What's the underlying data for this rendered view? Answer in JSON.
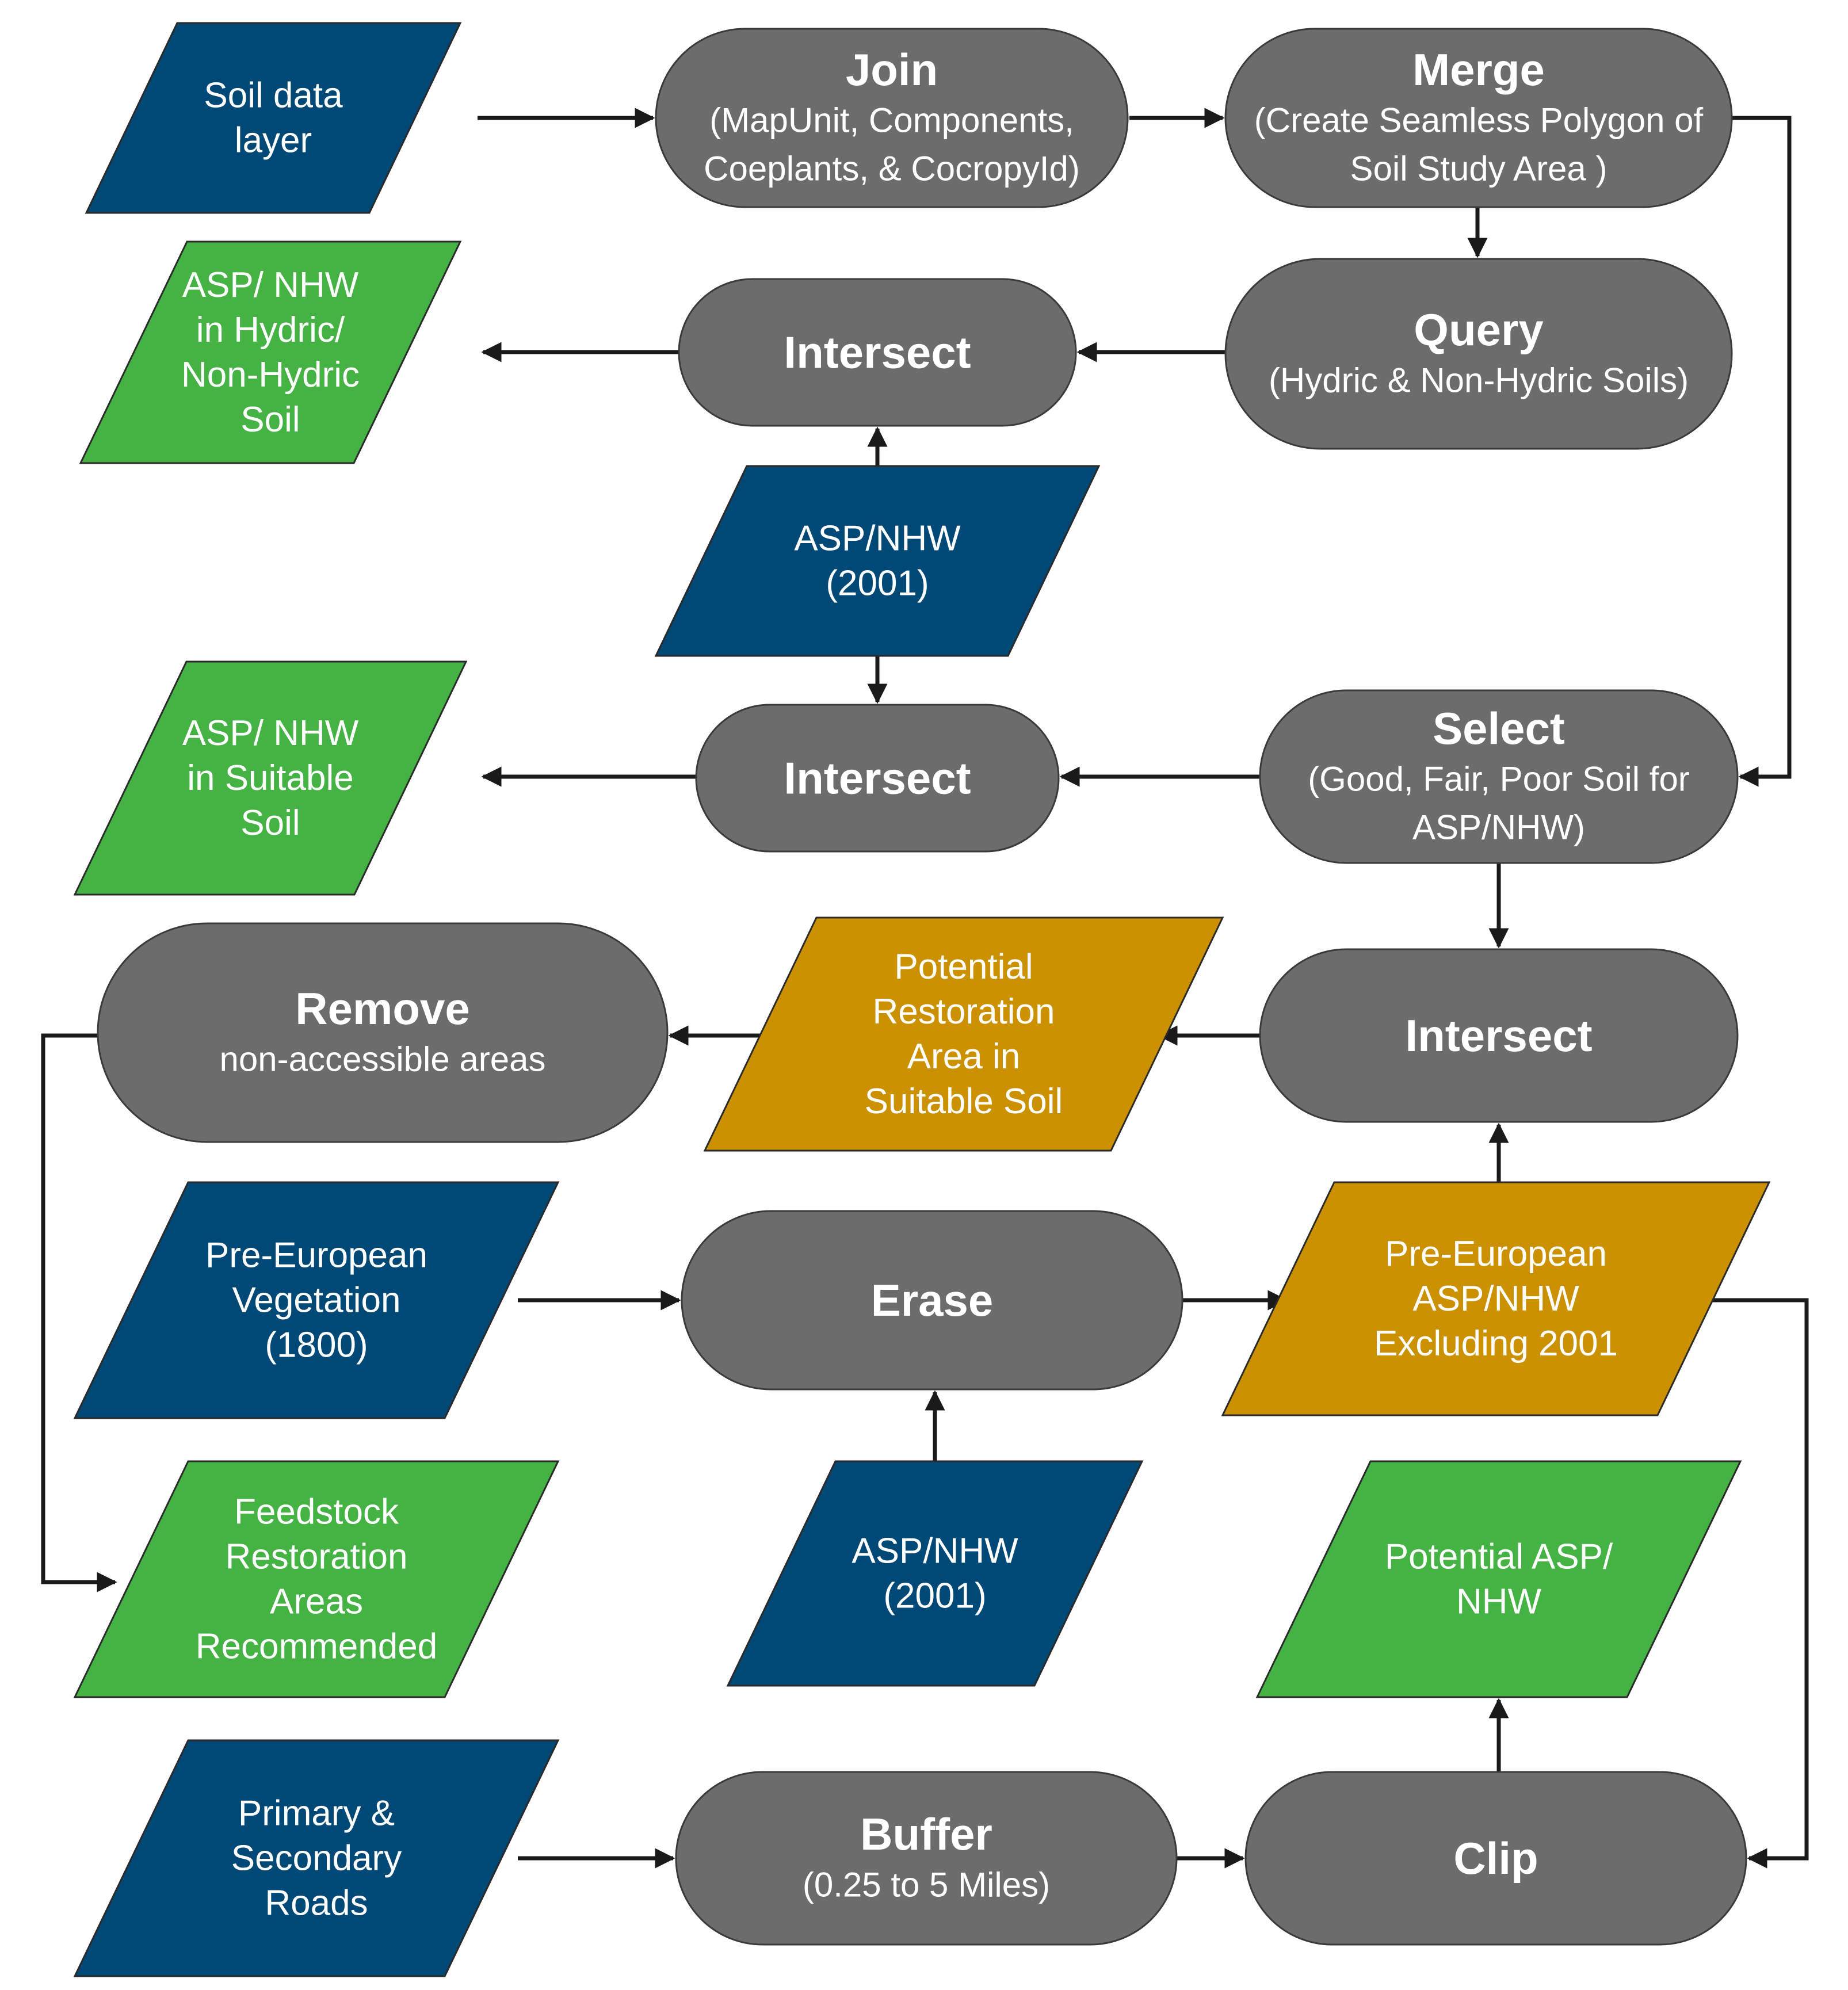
{
  "colors": {
    "process": "#6c6c6c",
    "input_blue": "#004876",
    "output_green": "#44b344",
    "intermediate_gold": "#cc9100",
    "text": "#ffffff",
    "arrow": "#1a1a1a"
  },
  "shapes": {
    "soil_data_layer": {
      "kind": "input",
      "lines": [
        "Soil data",
        "layer"
      ]
    },
    "join": {
      "kind": "process",
      "title": "Join",
      "lines": [
        "(MapUnit, Components,",
        "Coeplants, & CocropyId)"
      ]
    },
    "merge": {
      "kind": "process",
      "title": "Merge",
      "lines": [
        "(Create Seamless Polygon of",
        "Soil Study Area )"
      ]
    },
    "asp_nhw_hydric": {
      "kind": "output",
      "lines": [
        "ASP/ NHW",
        "in Hydric/",
        "Non-Hydric",
        "Soil"
      ]
    },
    "intersect_1": {
      "kind": "process",
      "title": "Intersect",
      "lines": []
    },
    "query": {
      "kind": "process",
      "title": "Query",
      "lines": [
        "(Hydric & Non-Hydric Soils)"
      ]
    },
    "asp_nhw_2001_a": {
      "kind": "input",
      "lines": [
        "ASP/NHW",
        "(2001)"
      ]
    },
    "asp_nhw_suitable": {
      "kind": "output",
      "lines": [
        "ASP/ NHW",
        "in Suitable",
        "Soil"
      ]
    },
    "intersect_2": {
      "kind": "process",
      "title": "Intersect",
      "lines": []
    },
    "select": {
      "kind": "process",
      "title": "Select",
      "lines": [
        "(Good, Fair, Poor Soil for",
        "ASP/NHW)"
      ]
    },
    "remove": {
      "kind": "process",
      "title": "Remove",
      "lines": [
        "non-accessible areas"
      ]
    },
    "potential_restoration": {
      "kind": "intermediate",
      "lines": [
        "Potential",
        "Restoration",
        "Area in",
        "Suitable Soil"
      ]
    },
    "intersect_3": {
      "kind": "process",
      "title": "Intersect",
      "lines": []
    },
    "pre_european_vegetation": {
      "kind": "input",
      "lines": [
        "Pre-European",
        "Vegetation",
        "(1800)"
      ]
    },
    "erase": {
      "kind": "process",
      "title": "Erase",
      "lines": []
    },
    "pre_european_asp_nhw": {
      "kind": "intermediate",
      "lines": [
        "Pre-European",
        "ASP/NHW",
        "Excluding 2001"
      ]
    },
    "feedstock_restoration": {
      "kind": "output",
      "lines": [
        "Feedstock",
        "Restoration",
        "Areas",
        "Recommended"
      ]
    },
    "asp_nhw_2001_b": {
      "kind": "input",
      "lines": [
        "ASP/NHW",
        "(2001)"
      ]
    },
    "potential_asp_nhw": {
      "kind": "output",
      "lines": [
        "Potential ASP/",
        "NHW"
      ]
    },
    "primary_secondary_roads": {
      "kind": "input",
      "lines": [
        "Primary &",
        "Secondary",
        "Roads"
      ]
    },
    "buffer": {
      "kind": "process",
      "title": "Buffer",
      "lines": [
        "(0.25 to 5 Miles)"
      ]
    },
    "clip": {
      "kind": "process",
      "title": "Clip",
      "lines": []
    }
  },
  "connections": [
    [
      "soil_data_layer",
      "join"
    ],
    [
      "join",
      "merge"
    ],
    [
      "merge",
      "query"
    ],
    [
      "merge",
      "select"
    ],
    [
      "query",
      "intersect_1"
    ],
    [
      "asp_nhw_2001_a",
      "intersect_1"
    ],
    [
      "intersect_1",
      "asp_nhw_hydric"
    ],
    [
      "asp_nhw_2001_a",
      "intersect_2"
    ],
    [
      "select",
      "intersect_2"
    ],
    [
      "intersect_2",
      "asp_nhw_suitable"
    ],
    [
      "select",
      "intersect_3"
    ],
    [
      "intersect_3",
      "potential_restoration"
    ],
    [
      "potential_restoration",
      "remove"
    ],
    [
      "remove",
      "feedstock_restoration"
    ],
    [
      "pre_european_vegetation",
      "erase"
    ],
    [
      "asp_nhw_2001_b",
      "erase"
    ],
    [
      "erase",
      "pre_european_asp_nhw"
    ],
    [
      "pre_european_asp_nhw",
      "intersect_3"
    ],
    [
      "pre_european_asp_nhw",
      "clip"
    ],
    [
      "primary_secondary_roads",
      "buffer"
    ],
    [
      "buffer",
      "clip"
    ],
    [
      "clip",
      "potential_asp_nhw"
    ]
  ]
}
